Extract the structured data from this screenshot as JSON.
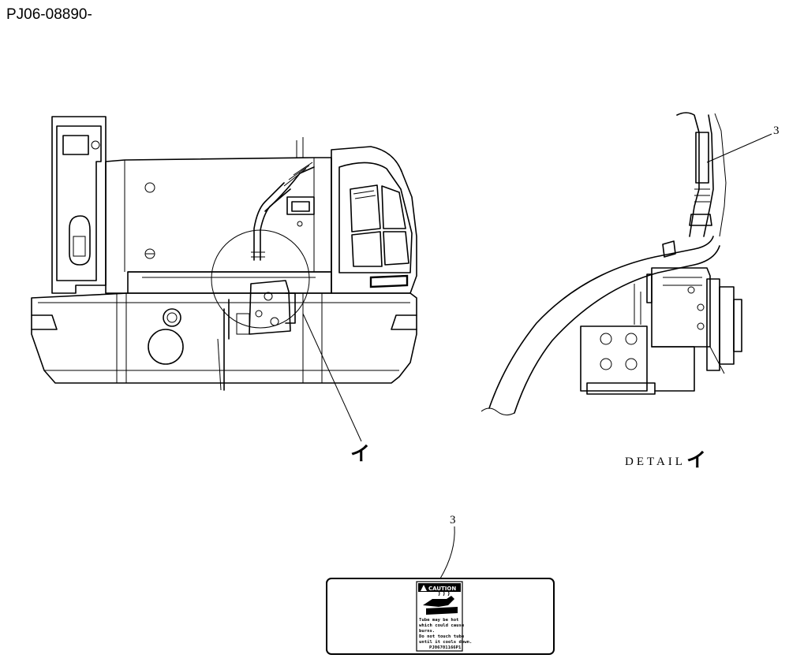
{
  "drawing": {
    "code": "PJ06-08890-",
    "leader_main": "イ",
    "detail_prefix": "DETAIL",
    "detail_kana": "イ",
    "callout_detail": "3",
    "callout_label": "3"
  },
  "label": {
    "header": "CAUTION",
    "lines": [
      "Tube may be hot",
      "which could cause",
      "burns.",
      "Do not touch tube",
      "until it cools down.",
      "PJ06701166P1"
    ]
  }
}
